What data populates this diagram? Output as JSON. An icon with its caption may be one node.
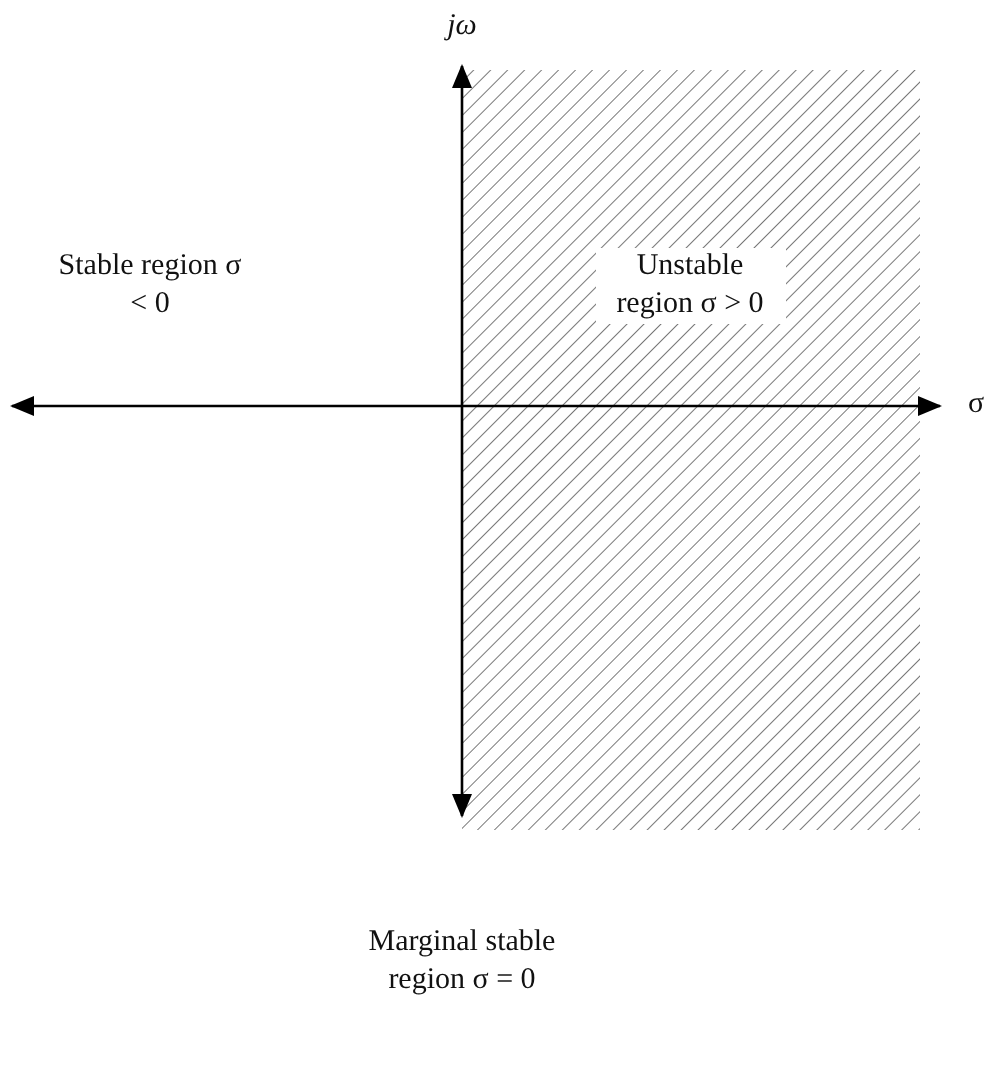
{
  "diagram": {
    "labels": [
      "jω",
      "Stable region σ < 0",
      "Unstable region σ > 0",
      "σ",
      "Marginal stable region σ = 0"
    ]
  }
}
